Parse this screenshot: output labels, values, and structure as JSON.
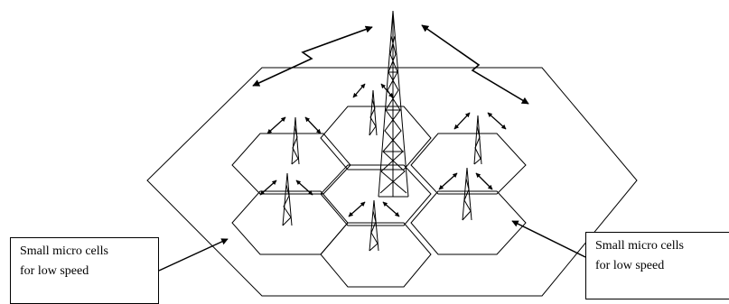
{
  "diagram": {
    "callouts": [
      {
        "line1": "Small micro cells",
        "line2": "for low speed"
      },
      {
        "line1": "Small micro cells",
        "line2": "for low speed"
      }
    ],
    "colors": {
      "stroke": "#000000",
      "background": "#ffffff"
    },
    "icons": [
      "macro-tower-icon",
      "micro-tower-icon",
      "signal-arrow-icon",
      "zigzag-link-icon"
    ]
  }
}
